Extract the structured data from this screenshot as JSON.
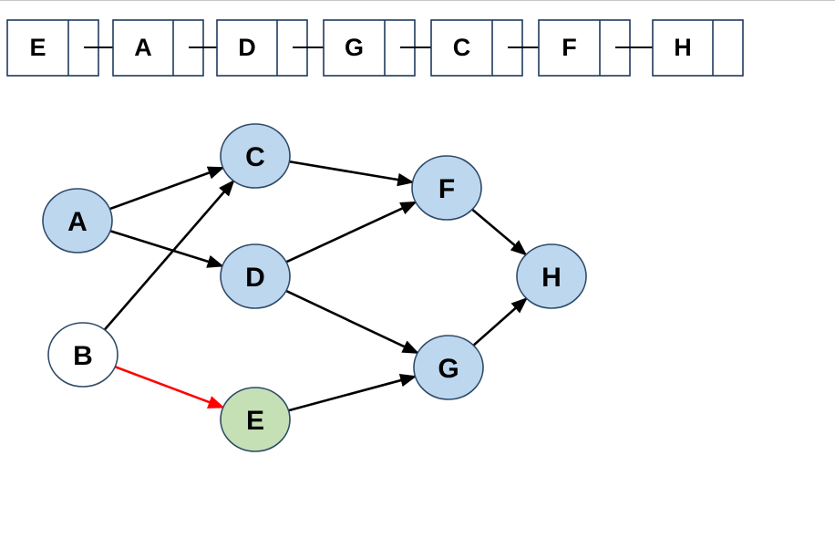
{
  "colors": {
    "visited_fill": "#bdd7ee",
    "current_fill": "#c5e0b4",
    "unvisited_fill": "#ffffff",
    "node_stroke": "#2f4a68",
    "box_stroke": "#1f3a5f",
    "edge": "#000000",
    "highlight_edge": "#ff0000"
  },
  "list": [
    "E",
    "A",
    "D",
    "G",
    "C",
    "F",
    "H"
  ],
  "nodes": [
    {
      "id": "A",
      "label": "A",
      "state": "visited"
    },
    {
      "id": "B",
      "label": "B",
      "state": "unvisited"
    },
    {
      "id": "C",
      "label": "C",
      "state": "visited"
    },
    {
      "id": "D",
      "label": "D",
      "state": "visited"
    },
    {
      "id": "E",
      "label": "E",
      "state": "current"
    },
    {
      "id": "F",
      "label": "F",
      "state": "visited"
    },
    {
      "id": "G",
      "label": "G",
      "state": "visited"
    },
    {
      "id": "H",
      "label": "H",
      "state": "visited"
    }
  ],
  "edges": [
    {
      "from": "A",
      "to": "C",
      "highlight": false
    },
    {
      "from": "A",
      "to": "D",
      "highlight": false
    },
    {
      "from": "B",
      "to": "C",
      "highlight": false
    },
    {
      "from": "B",
      "to": "E",
      "highlight": true
    },
    {
      "from": "C",
      "to": "F",
      "highlight": false
    },
    {
      "from": "D",
      "to": "F",
      "highlight": false
    },
    {
      "from": "D",
      "to": "G",
      "highlight": false
    },
    {
      "from": "E",
      "to": "G",
      "highlight": false
    },
    {
      "from": "F",
      "to": "H",
      "highlight": false
    },
    {
      "from": "G",
      "to": "H",
      "highlight": false
    }
  ]
}
